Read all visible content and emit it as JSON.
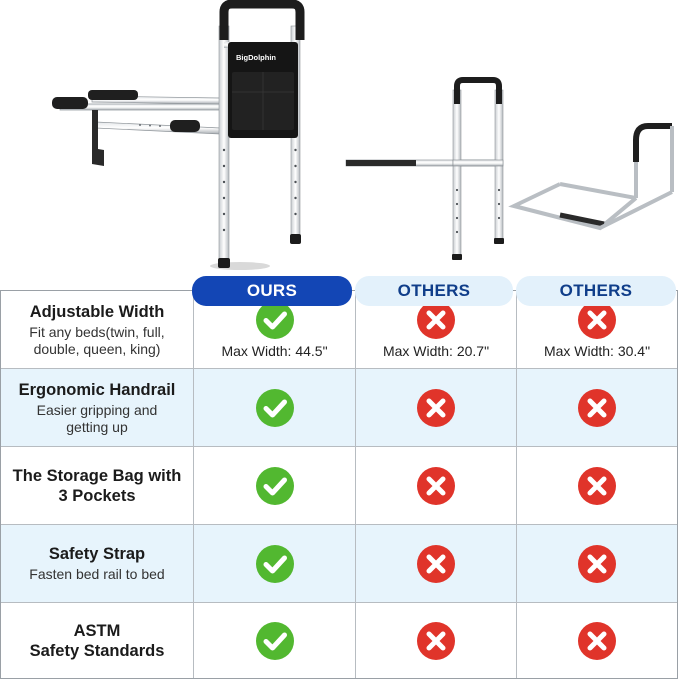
{
  "hero": {
    "bag_brand": "BigDolphin"
  },
  "headers": [
    "OURS",
    "OTHERS",
    "OTHERS"
  ],
  "rows": [
    {
      "title": "Adjustable Width",
      "subtitle_lines": [
        "Fit any beds(twin, full,",
        "double, queen, king)"
      ],
      "ours": "check",
      "other1": "cross",
      "other2": "cross",
      "values": [
        "Max Width: 44.5\"",
        "Max Width: 20.7\"",
        "Max Width: 30.4\""
      ]
    },
    {
      "title": "Ergonomic Handrail",
      "subtitle_lines": [
        "Easier gripping and",
        "getting up"
      ],
      "ours": "check",
      "other1": "cross",
      "other2": "cross"
    },
    {
      "title_lines": [
        "The Storage Bag with",
        "3 Pockets"
      ],
      "ours": "check",
      "other1": "cross",
      "other2": "cross"
    },
    {
      "title": "Safety Strap",
      "subtitle_lines": [
        "Fasten bed rail to bed"
      ],
      "ours": "check",
      "other1": "cross",
      "other2": "cross"
    },
    {
      "title_lines": [
        "ASTM",
        "Safety Standards"
      ],
      "ours": "check",
      "other1": "cross",
      "other2": "cross"
    }
  ],
  "icons": {
    "check": "check-circle-icon",
    "cross": "cross-circle-icon"
  },
  "colors": {
    "ours_header": "#1346b5",
    "others_header": "#e3f1fb",
    "check": "#52b830",
    "cross": "#e0342a",
    "row_tint": "#e7f4fc"
  }
}
